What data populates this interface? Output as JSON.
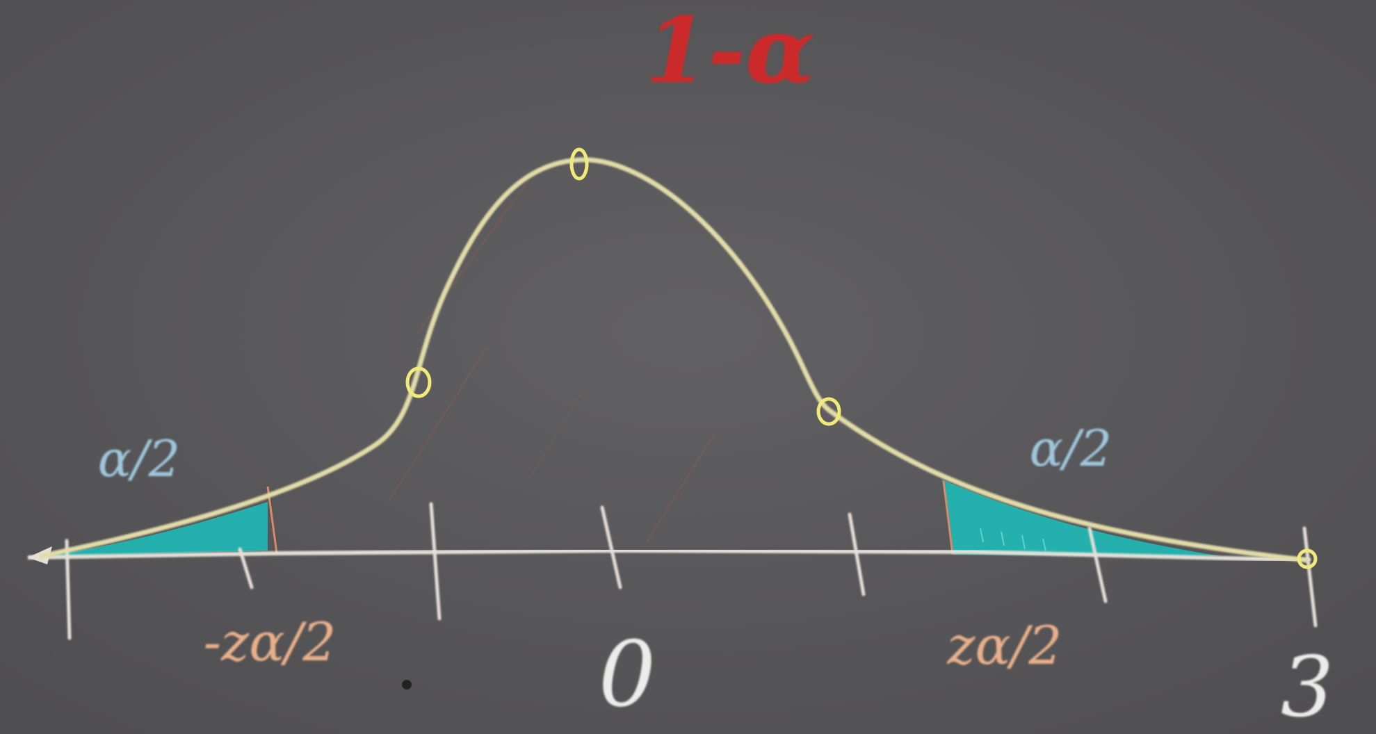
{
  "board": {
    "background_color": "#5b5a5c",
    "chalk_colors": {
      "curve": "#e2dca8",
      "axis": "#e4e0d8",
      "title": "#cc2a2a",
      "tail_fill": "#1fb7b3",
      "tail_label": "#9fc6dc",
      "critical_label": "#e8b08a",
      "tick": "#e4e0d8"
    }
  },
  "diagram": {
    "title": "1-α",
    "left_tail_label": "α/2",
    "right_tail_label": "α/2",
    "left_critical_label": "-zα/2",
    "right_critical_label": "zα/2",
    "center_label": "0",
    "right_end_label": "3",
    "curve": "standard normal bell curve",
    "shaded_regions": [
      "left tail beyond -zα/2",
      "right tail beyond zα/2"
    ]
  }
}
